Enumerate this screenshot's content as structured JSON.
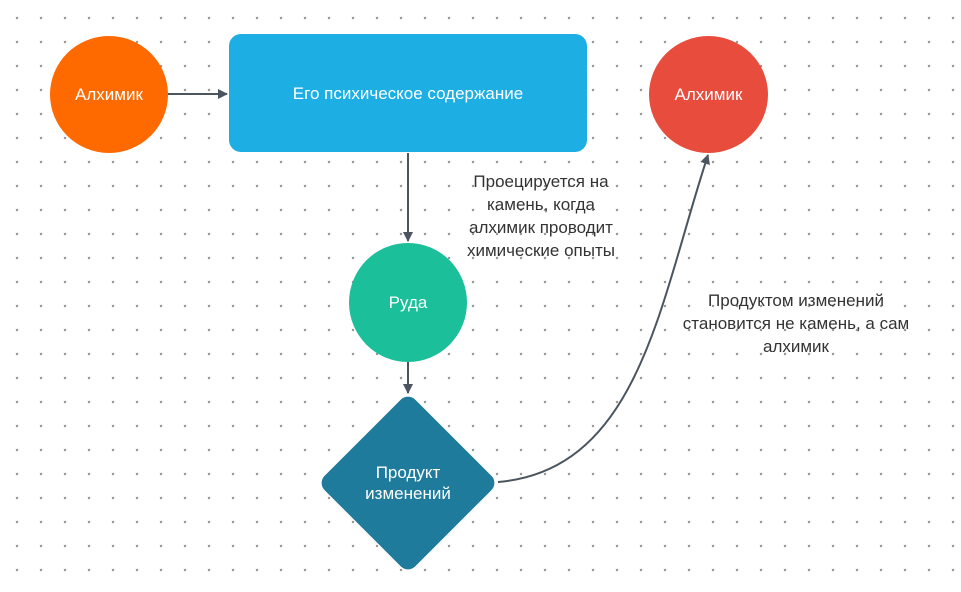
{
  "diagram": {
    "nodes": {
      "alchemist_left": {
        "label": "Алхимик",
        "shape": "circle",
        "color": "#ff6a00"
      },
      "psychic_content": {
        "label": "Его психическое содержание",
        "shape": "rounded-rectangle",
        "color": "#1daee4"
      },
      "alchemist_right": {
        "label": "Алхимик",
        "shape": "circle",
        "color": "#e84c3d"
      },
      "ore": {
        "label": "Руда",
        "shape": "circle",
        "color": "#1bbf9a"
      },
      "product_of_changes": {
        "label": "Продукт\nизменений",
        "shape": "diamond",
        "color": "#1e7b9c"
      }
    },
    "annotations": {
      "projects": "Проецируется на\nкамень, когда\nалхимик проводит\nхимические опыты",
      "product_becomes": "Продуктом изменений\nстановится не камень, а сам\nалхимик"
    },
    "edges": [
      {
        "from": "alchemist_left",
        "to": "psychic_content"
      },
      {
        "from": "psychic_content",
        "to": "ore"
      },
      {
        "from": "ore",
        "to": "product_of_changes"
      },
      {
        "from": "product_of_changes",
        "to": "alchemist_right"
      }
    ],
    "colors": {
      "connector": "#4a5560",
      "text_dark": "#333333",
      "grid_dot": "#9a9a9a"
    }
  }
}
